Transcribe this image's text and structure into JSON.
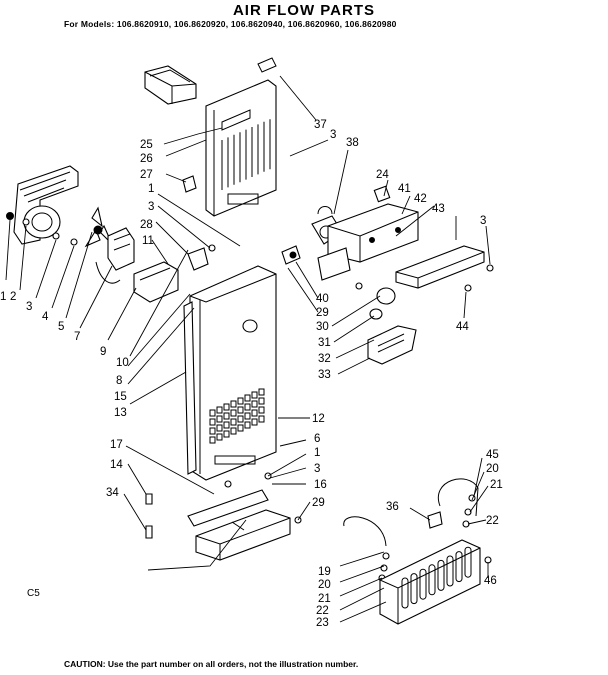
{
  "title": "AIR FLOW PARTS",
  "models_line": "For Models: 106.8620910, 106.8620920, 106.8620940, 106.8620960, 106.8620980",
  "caution": "CAUTION: Use the part number on all orders, not the illustration number.",
  "diagram_code": "C5",
  "callouts": [
    "1",
    "2",
    "3",
    "4",
    "5",
    "7",
    "9",
    "10",
    "8",
    "15",
    "13",
    "25",
    "26",
    "27",
    "1",
    "3",
    "28",
    "11",
    "37",
    "3",
    "38",
    "24",
    "41",
    "42",
    "43",
    "3",
    "40",
    "29",
    "30",
    "31",
    "32",
    "33",
    "44",
    "12",
    "6",
    "1",
    "3",
    "16",
    "29",
    "17",
    "14",
    "34",
    "45",
    "20",
    "21",
    "22",
    "36",
    "46",
    "19",
    "20",
    "21",
    "22",
    "23"
  ]
}
